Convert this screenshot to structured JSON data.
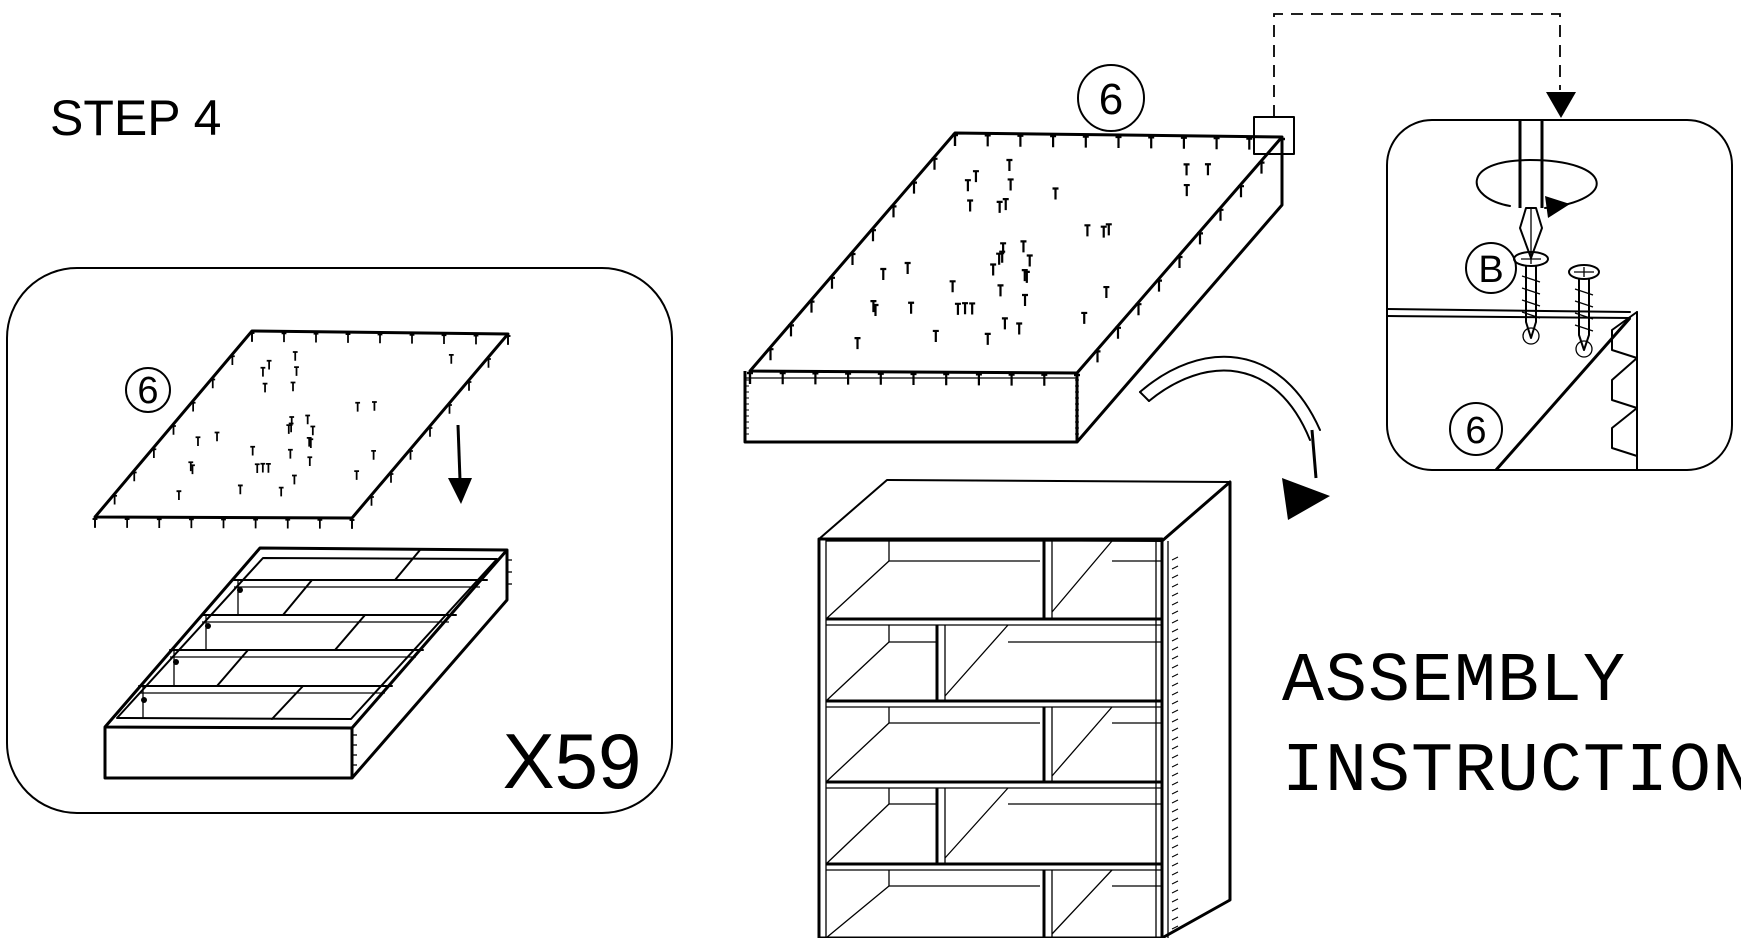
{
  "step_label": "STEP 4",
  "quantity_label": "X59",
  "part_number": "6",
  "screw_label": "B",
  "title": {
    "line1": "ASSEMBLY",
    "line2": "INSTRUCTION"
  },
  "colors": {
    "ink": "#000000",
    "paper": "#ffffff"
  },
  "icons": [
    "downward-arrow-icon",
    "curved-arrow-icon",
    "screwdriver-icon",
    "screw-icon",
    "rotation-arrow-icon",
    "dashed-callout-arrow-icon"
  ]
}
